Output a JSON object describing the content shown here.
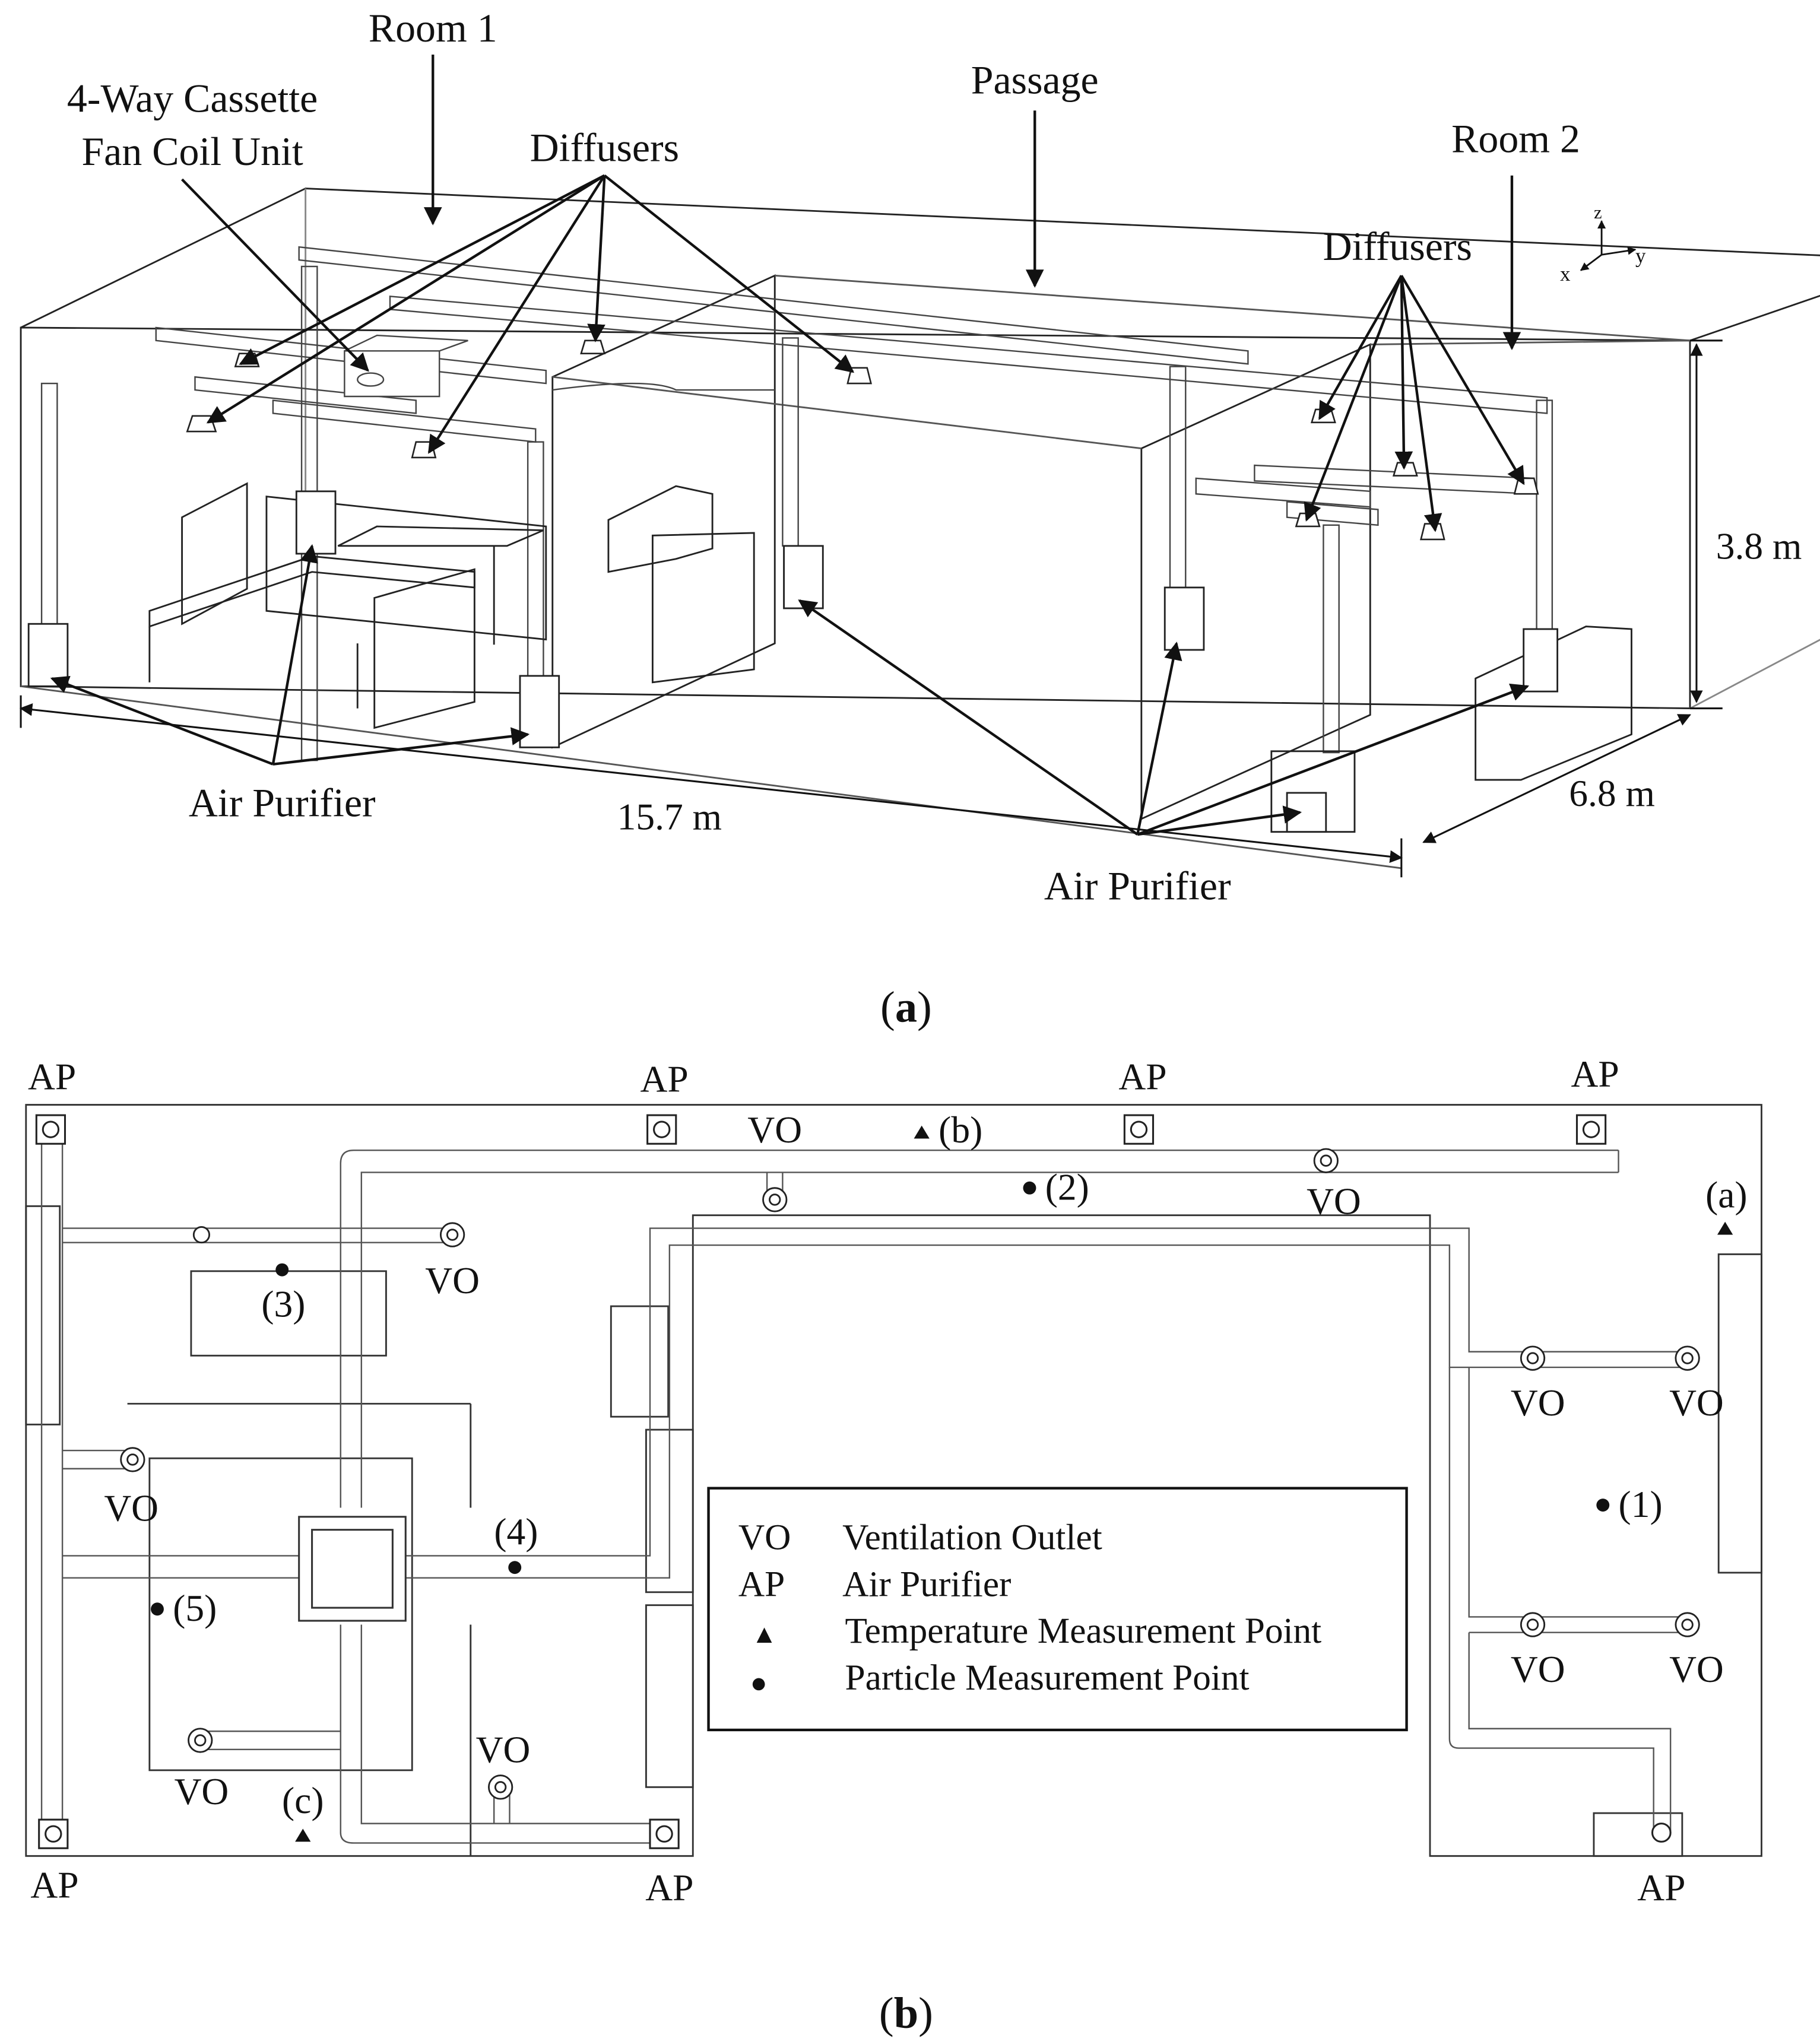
{
  "panel_a": {
    "caption_open": "(",
    "caption_letter": "a",
    "caption_close": ")",
    "labels": {
      "room1": "Room 1",
      "passage": "Passage",
      "room2": "Room 2",
      "cassette_line1": "4-Way Cassette",
      "cassette_line2": "Fan Coil Unit",
      "diffusers_left": "Diffusers",
      "diffusers_right": "Diffusers",
      "air_purifier_left": "Air Purifier",
      "air_purifier_right": "Air Purifier",
      "length": "15.7 m",
      "width": "6.8 m",
      "height": "3.8 m"
    },
    "axes": {
      "z": "z",
      "y": "y",
      "x": "x"
    }
  },
  "panel_b": {
    "caption_open": "(",
    "caption_letter": "b",
    "caption_close": ")",
    "ap_labels": [
      "AP",
      "AP",
      "AP",
      "AP",
      "AP",
      "AP",
      "AP"
    ],
    "vo_labels": [
      "VO",
      "VO",
      "VO",
      "VO",
      "VO",
      "VO",
      "VO",
      "VO",
      "VO",
      "VO"
    ],
    "temperature_points": [
      "(a)",
      "(b)",
      "(c)"
    ],
    "particle_points": [
      "(1)",
      "(2)",
      "(3)",
      "(4)",
      "(5)"
    ],
    "legend": [
      {
        "key": "VO",
        "text": "Ventilation Outlet"
      },
      {
        "key": "AP",
        "text": "Air Purifier"
      },
      {
        "key": "▲",
        "text": "Temperature Measurement Point"
      },
      {
        "key": "●",
        "text": "Particle Measurement Point"
      }
    ]
  }
}
